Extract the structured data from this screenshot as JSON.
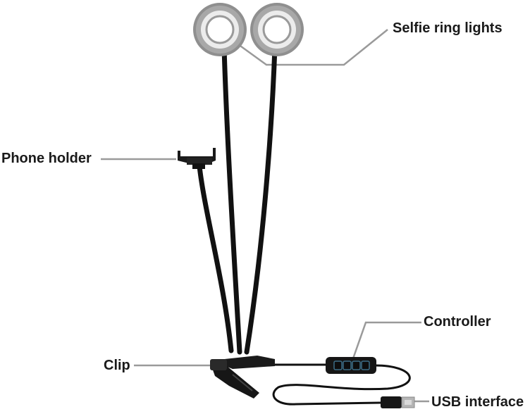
{
  "labels": {
    "selfie_ring_lights": "Selfie ring lights",
    "phone_holder": "Phone holder",
    "controller": "Controller",
    "clip": "Clip",
    "usb_interface": "USB interface"
  },
  "colors": {
    "leader_line": "#9a9a9a",
    "gooseneck": "#111111",
    "ring_outer": "#8f8f8f",
    "ring_inner": "#e9e9e9",
    "label_text": "#1a1a1a"
  }
}
